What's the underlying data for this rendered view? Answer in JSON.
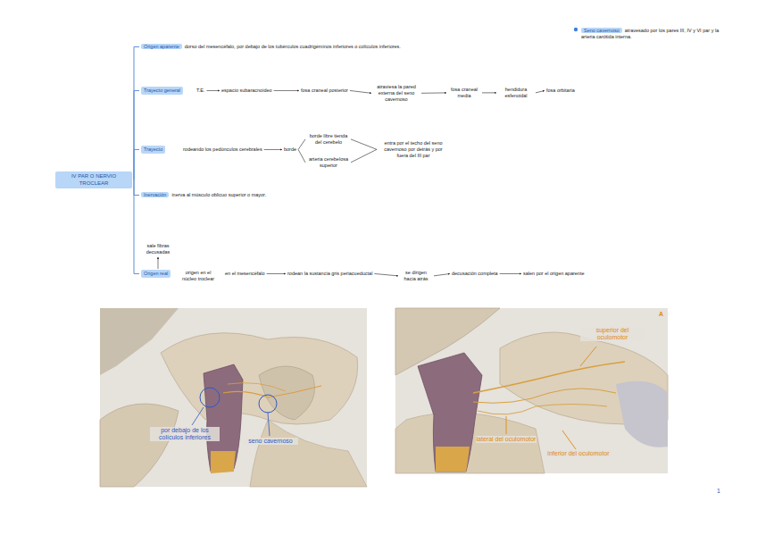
{
  "diagram": {
    "nodes": [
      {
        "text": [
          "IV PAR O NERVIO TROCLEAR"
        ]
      },
      {
        "text": [
          "Origen aparente",
          "dorso del mesencéfalo, por debajo de los tubérculos cuadrigéminos inferiores o colículos inferiores."
        ]
      },
      {
        "text": [
          "Trayecto general"
        ]
      },
      {
        "text": [
          "T.E."
        ]
      },
      {
        "text": [
          "espacio subaracnoideo"
        ]
      },
      {
        "text": [
          "fosa craneal posterior"
        ]
      },
      {
        "text": [
          "atraviesa la pared externa del seno cavernoso"
        ]
      },
      {
        "text": [
          "fosa craneal media"
        ]
      },
      {
        "text": [
          "hendidura esfenoidal"
        ]
      },
      {
        "text": [
          "fosa orbitaria"
        ]
      },
      {
        "text": [
          "Trayecto"
        ]
      },
      {
        "text": [
          "rodeando los pedúnculos cerebrales"
        ]
      },
      {
        "text": [
          "borde"
        ]
      },
      {
        "text": [
          "borde libre tienda del cerebelo"
        ]
      },
      {
        "text": [
          "arteria cerebelosa superior"
        ]
      },
      {
        "text": [
          "entra por el techo del seno cavernoso por detrás y por fuera del III par"
        ]
      },
      {
        "text": [
          "Inervación",
          "inerva al músculo oblicuo superior o mayor."
        ]
      },
      {
        "text": [
          "sale fibras decusadas"
        ]
      },
      {
        "text": [
          "Origen real"
        ]
      },
      {
        "text": [
          "origen en el núcleo troclear"
        ]
      },
      {
        "text": [
          "en el mesencéfalo"
        ]
      },
      {
        "text": [
          "rodean la sustancia gris periacueductal"
        ]
      },
      {
        "text": [
          "se dirigen hacia atrás"
        ]
      },
      {
        "text": [
          "decusación completa"
        ]
      },
      {
        "text": [
          "salen por el origen aparente"
        ]
      },
      {
        "text": [
          "Seno cavernoso",
          "atravesado por los pares III, IV y VI par y la arteria carótida interna."
        ]
      }
    ],
    "edges": [
      {
        "from": 0,
        "to": 1,
        "arrow": "none"
      },
      {
        "from": 0,
        "to": 2,
        "arrow": "none"
      },
      {
        "from": 0,
        "to": 10,
        "arrow": "none"
      },
      {
        "from": 0,
        "to": 16,
        "arrow": "none"
      },
      {
        "from": 0,
        "to": 18,
        "arrow": "none"
      },
      {
        "from": 3,
        "to": 4,
        "arrow": "to"
      },
      {
        "from": 4,
        "to": 5,
        "arrow": "to"
      },
      {
        "from": 5,
        "to": 6,
        "arrow": "to"
      },
      {
        "from": 6,
        "to": 7,
        "arrow": "to"
      },
      {
        "from": 7,
        "to": 8,
        "arrow": "to"
      },
      {
        "from": 8,
        "to": 9,
        "arrow": "to"
      },
      {
        "from": 11,
        "to": 12,
        "arrow": "to"
      },
      {
        "from": 12,
        "to": 13,
        "arrow": "none"
      },
      {
        "from": 12,
        "to": 14,
        "arrow": "none"
      },
      {
        "from": 13,
        "to": 15,
        "arrow": "none"
      },
      {
        "from": 14,
        "to": 15,
        "arrow": "none"
      },
      {
        "from": 18,
        "to": 17,
        "arrow": "to"
      },
      {
        "from": 20,
        "to": 21,
        "arrow": "to"
      },
      {
        "from": 21,
        "to": 22,
        "arrow": "to"
      },
      {
        "from": 22,
        "to": 23,
        "arrow": "to"
      },
      {
        "from": 23,
        "to": 24,
        "arrow": "to"
      }
    ],
    "labels": [
      "por debajo de los colículos inferiores",
      "seno cavernoso",
      "superior del oculomotor",
      "lateral del oculomotor",
      "inferior del oculomotor",
      "A",
      "1"
    ]
  }
}
